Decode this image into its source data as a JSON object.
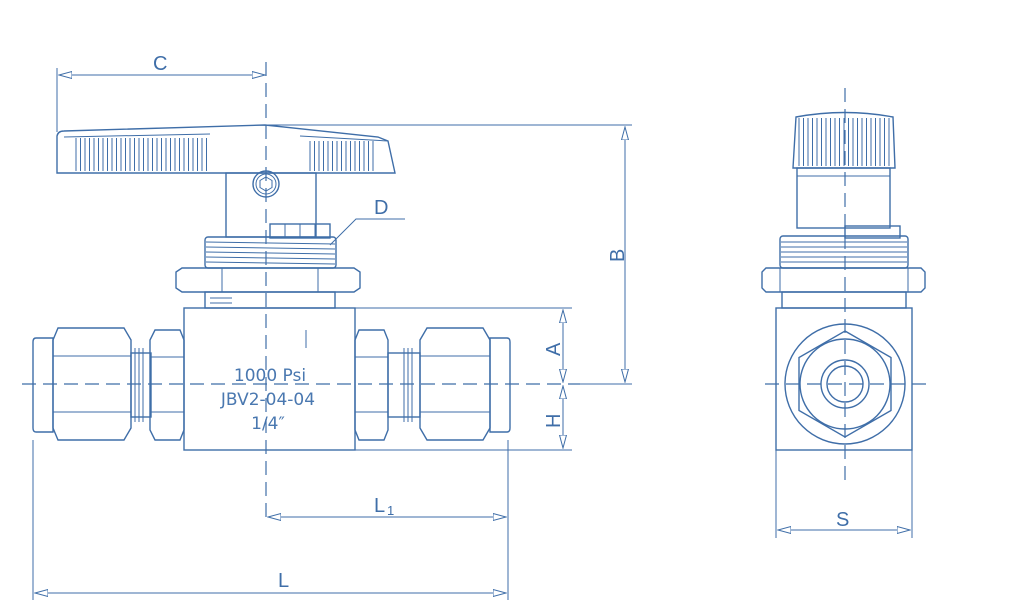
{
  "drawing": {
    "title": "Ball valve dimension drawing",
    "body_marking": {
      "pressure": "1000 Psi",
      "part_number": "JBV2-04-04",
      "size": "1/4″"
    },
    "dimension_labels": {
      "c": "C",
      "d": "D",
      "b": "B",
      "a": "A",
      "h": "H",
      "l1": "L",
      "l1_sub": "1",
      "l": "L",
      "s": "S"
    },
    "line_color": "#3f6ea8"
  }
}
